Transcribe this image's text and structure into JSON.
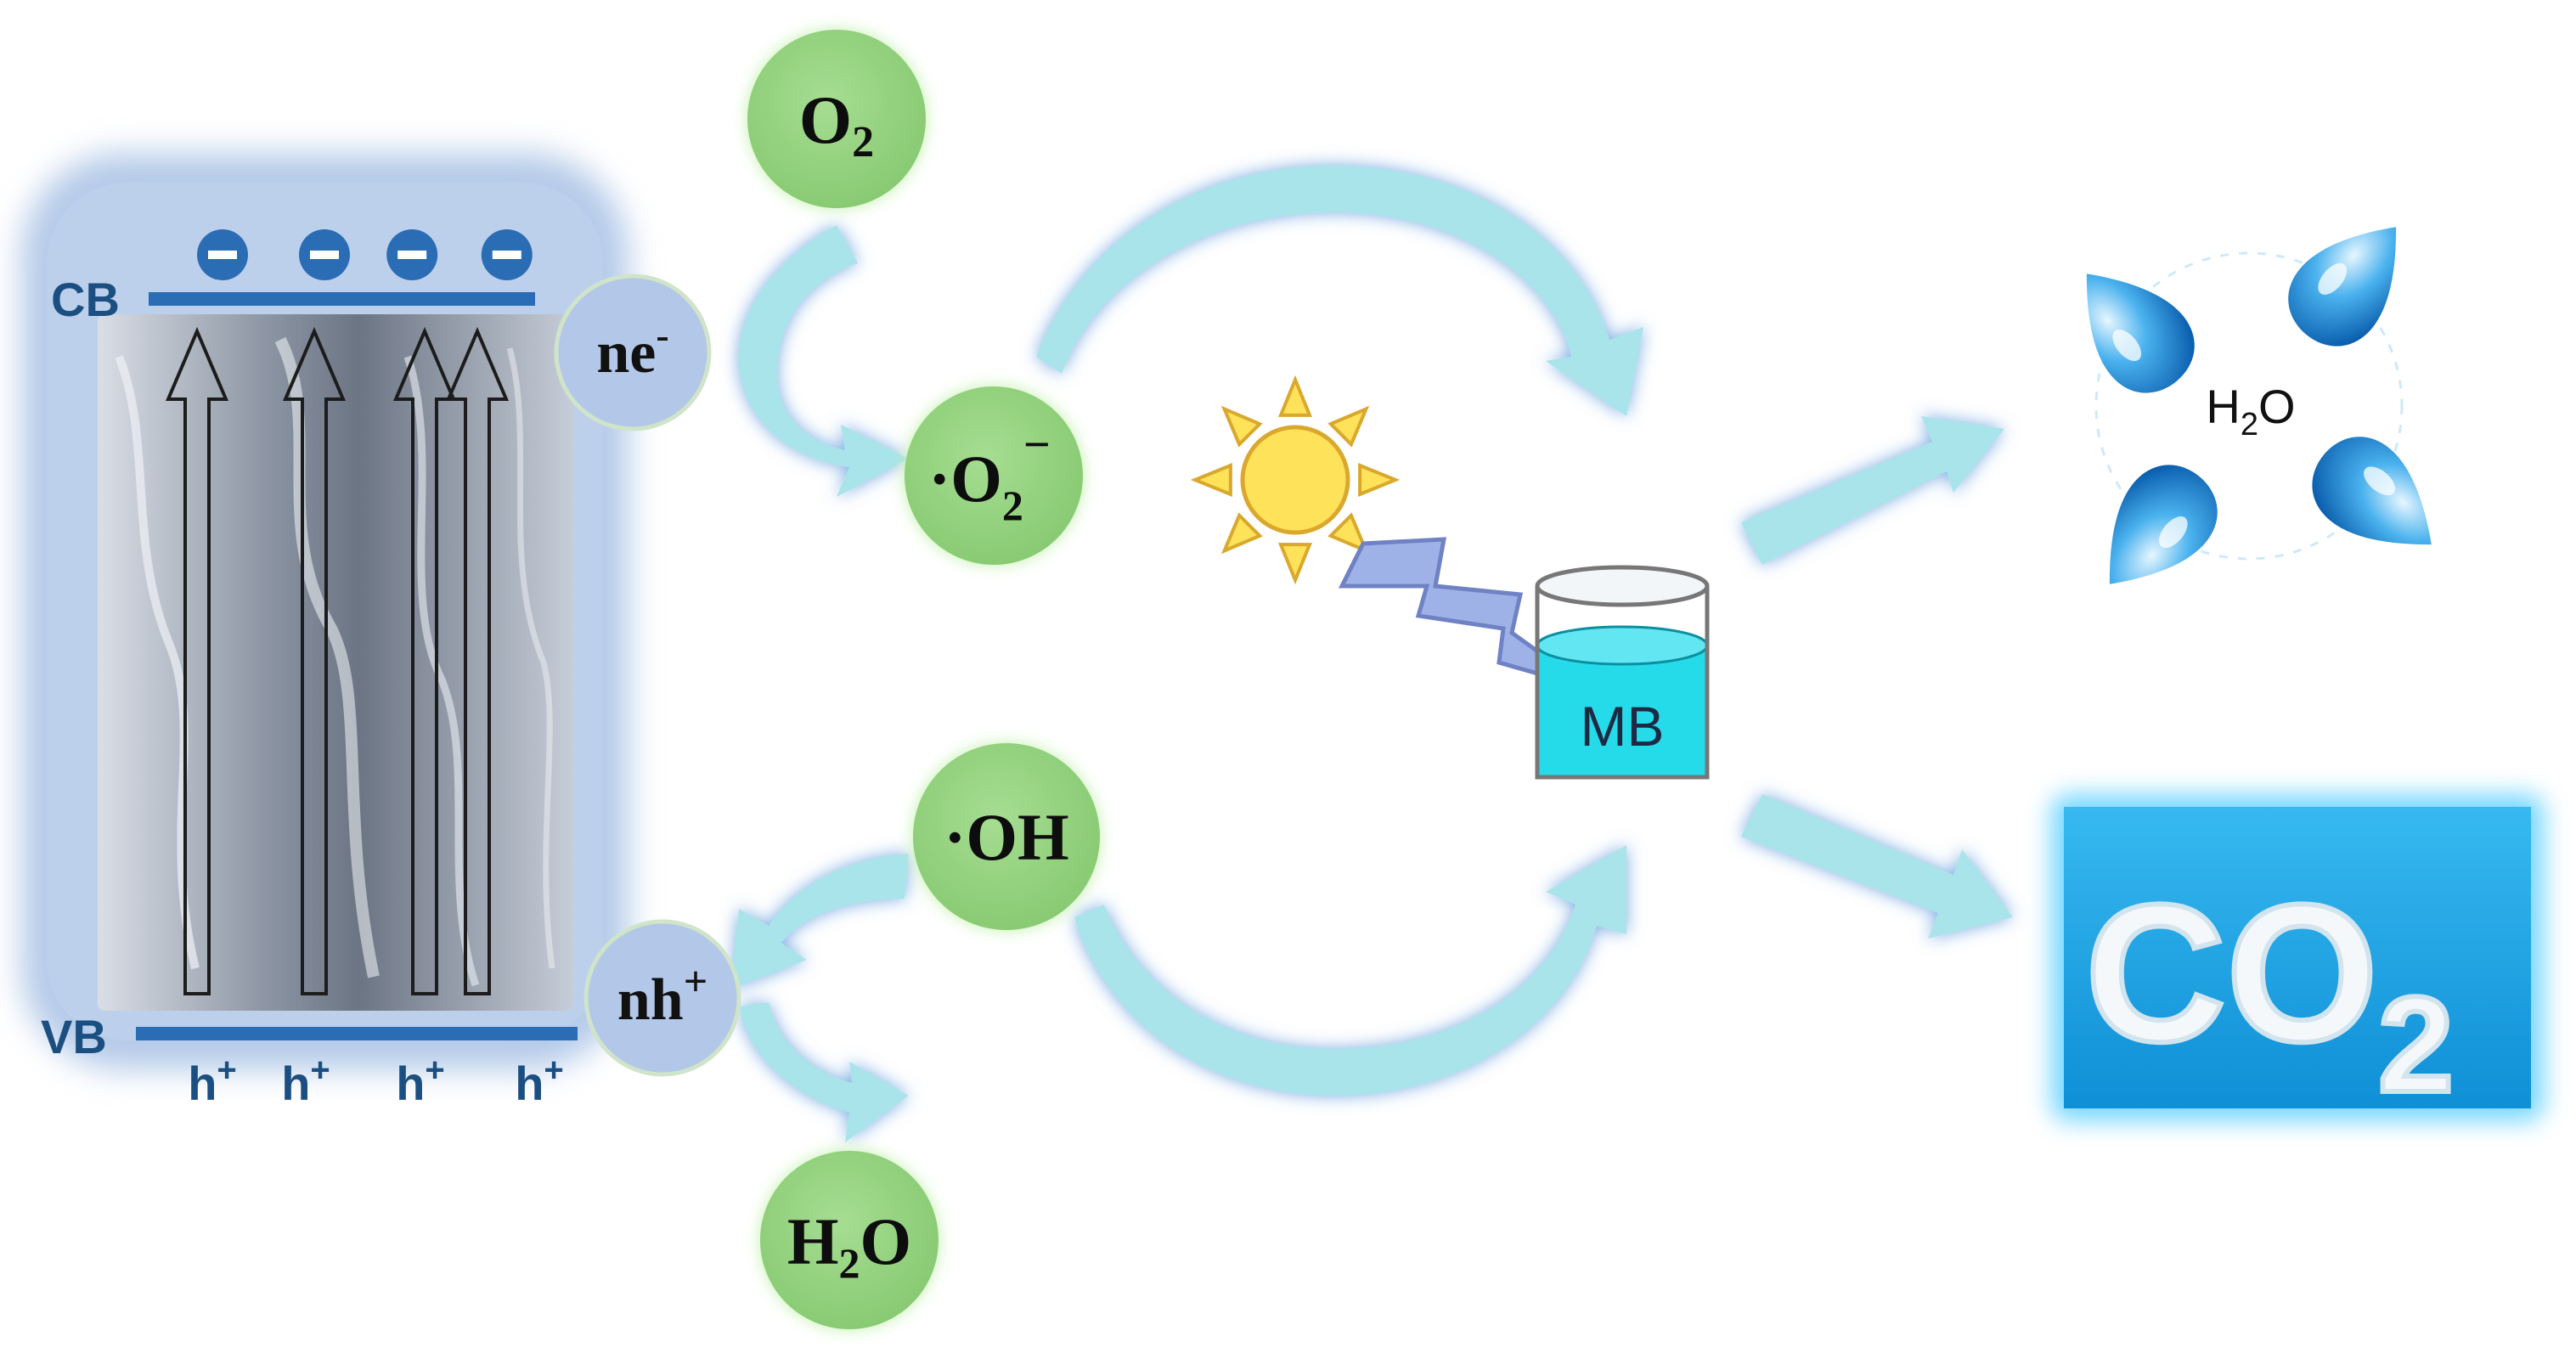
{
  "semiconductor": {
    "cb_label": "CB",
    "vb_label": "VB",
    "electron_symbol": "⊖",
    "electron_count": 4,
    "hole_label": "h",
    "hole_sup": "+",
    "hole_count": 4,
    "excitation_arrow_count": 4
  },
  "species": {
    "electrons": {
      "main": "ne",
      "sup": "-"
    },
    "holes": {
      "main": "nh",
      "sup": "+"
    },
    "oxygen": {
      "main": "O",
      "sub": "2"
    },
    "superoxide": {
      "main": "·O",
      "sub": "2",
      "sup": "−"
    },
    "hydroxyl": {
      "main": "·OH"
    },
    "water": {
      "main": "H",
      "sub": "2",
      "tail": "O"
    }
  },
  "pollutant": {
    "label": "MB"
  },
  "products": {
    "water": {
      "main": "H",
      "sub": "2",
      "tail": "O"
    },
    "carbon_dioxide": {
      "main": "CO",
      "sub": "2"
    }
  },
  "colors": {
    "band_line": "#2a6db5",
    "band_text": "#1b4f82",
    "species_fill": "#8fd27a",
    "species_glow": "#c9efb9",
    "carrier_fill": "#b3c8e8",
    "panel_fill": "#b5cbe9",
    "flow_arrow": "#a9e4ea",
    "flow_glow": "#4d8fd9",
    "beaker_liquid": "#25dbea",
    "sun_fill": "#fde25a",
    "bolt_fill": "#9fb2e8",
    "co2_bg": "#1aa6e6"
  },
  "icons": [
    "sun-icon",
    "lightning-icon",
    "beaker-icon",
    "water-droplets-icon",
    "cloud-text-co2-icon"
  ]
}
